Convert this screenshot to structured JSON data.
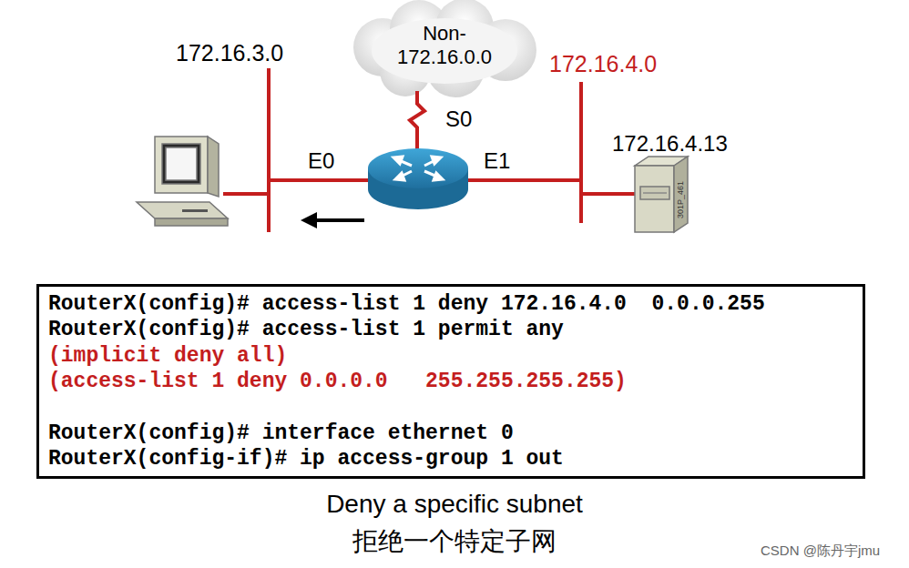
{
  "diagram": {
    "caption": "Deny a specific subnet",
    "nodes": [
      {
        "text": [
          "Non- 172.16.0.0"
        ]
      },
      {
        "text": [
          "RouterX(config)# access-list 1 deny 172.16.4.0  0.0.0.255",
          "RouterX(config)# access-list 1 permit any",
          "(implicit deny all)",
          "(access-list 1 deny 0.0.0.0   255.255.255.255)",
          "RouterX(config)# interface ethernet 0",
          "RouterX(config-if)# ip access-group 1 out"
        ]
      }
    ],
    "labels": [
      "172.16.3.0",
      "172.16.4.0",
      "S0",
      "E0",
      "E1",
      "172.16.4.13",
      "301P_461",
      "拒绝一个特定子网",
      "CSDN @陈丹宇jmu"
    ]
  }
}
